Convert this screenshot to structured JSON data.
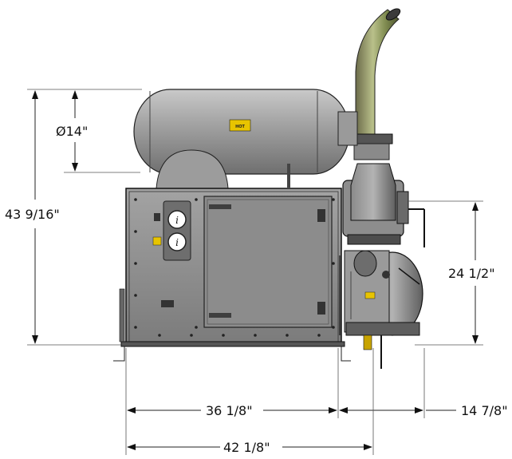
{
  "drawing": {
    "dimensions": {
      "diameter": "Ø14\"",
      "overall_height": "43 9/16\"",
      "right_height": "24 1/2\"",
      "base_width": "36 1/8\"",
      "side_width": "14 7/8\"",
      "overall_width": "42 1/8\""
    },
    "labels": {
      "muffler_tag": "HOT"
    },
    "colors": {
      "body": "#8f8f8f",
      "body_dark": "#5a5a5a",
      "muffler": "#9a9a9a",
      "exhaust_tint": "#7d8a4a",
      "accent_yellow": "#e8c400",
      "line": "#111111"
    }
  }
}
